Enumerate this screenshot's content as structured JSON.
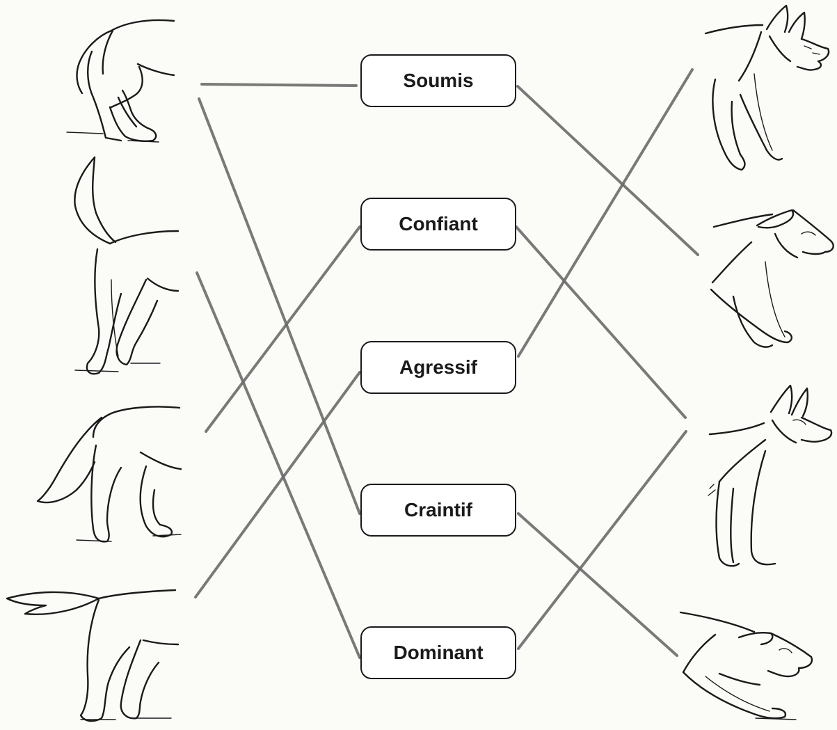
{
  "labels": [
    "Soumis",
    "Confiant",
    "Agressif",
    "Craintif",
    "Dominant"
  ],
  "colors": {
    "line": "#6b6b6b",
    "ink": "#1a1a1a",
    "paper": "#fbfbf8"
  },
  "left_images": [
    "wolf-tail-tucked",
    "wolf-tail-raised-vertical",
    "wolf-tail-lowered",
    "wolf-tail-horizontal"
  ],
  "right_images": [
    "wolf-head-snarling-ears-up",
    "wolf-head-ears-back",
    "wolf-head-ears-up-calm",
    "wolf-head-lowered-snarling"
  ],
  "connections": {
    "left": [
      {
        "from": "wolf-tail-tucked",
        "to": "Soumis"
      },
      {
        "from": "wolf-tail-tucked",
        "to": "Craintif"
      },
      {
        "from": "wolf-tail-raised-vertical",
        "to": "Dominant"
      },
      {
        "from": "wolf-tail-lowered",
        "to": "Confiant"
      },
      {
        "from": "wolf-tail-horizontal",
        "to": "Agressif"
      }
    ],
    "right": [
      {
        "from": "Soumis",
        "to": "wolf-head-ears-back"
      },
      {
        "from": "Confiant",
        "to": "wolf-head-ears-up-calm"
      },
      {
        "from": "Agressif",
        "to": "wolf-head-snarling-ears-up"
      },
      {
        "from": "Craintif",
        "to": "wolf-head-lowered-snarling"
      },
      {
        "from": "Dominant",
        "to": "wolf-head-ears-up-calm"
      }
    ]
  }
}
